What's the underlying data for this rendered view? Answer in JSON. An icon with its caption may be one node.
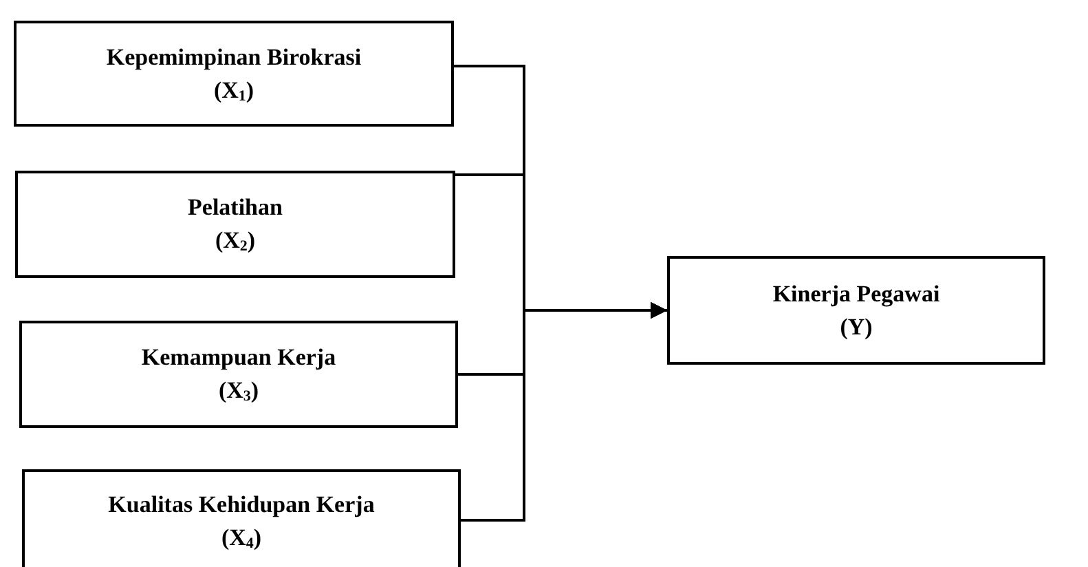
{
  "diagram": {
    "nodes": [
      {
        "text": [
          "Kepemimpinan Birokrasi",
          "(X$_{1}$)"
        ]
      },
      {
        "text": [
          "Pelatihan",
          "(X$_{2}$)"
        ]
      },
      {
        "text": [
          "Kemampuan Kerja",
          "(X$_{3}$)"
        ]
      },
      {
        "text": [
          "Kualitas Kehidupan Kerja",
          "(X$_{4}$)"
        ]
      },
      {
        "text": [
          "Kinerja Pegawai",
          "(Y)"
        ]
      }
    ],
    "edges": [
      {
        "from": 0,
        "to": 4,
        "arrow": "to"
      },
      {
        "from": 1,
        "to": 4,
        "arrow": "to"
      },
      {
        "from": 2,
        "to": 4,
        "arrow": "to"
      },
      {
        "from": 3,
        "to": 4,
        "arrow": "to"
      }
    ]
  }
}
